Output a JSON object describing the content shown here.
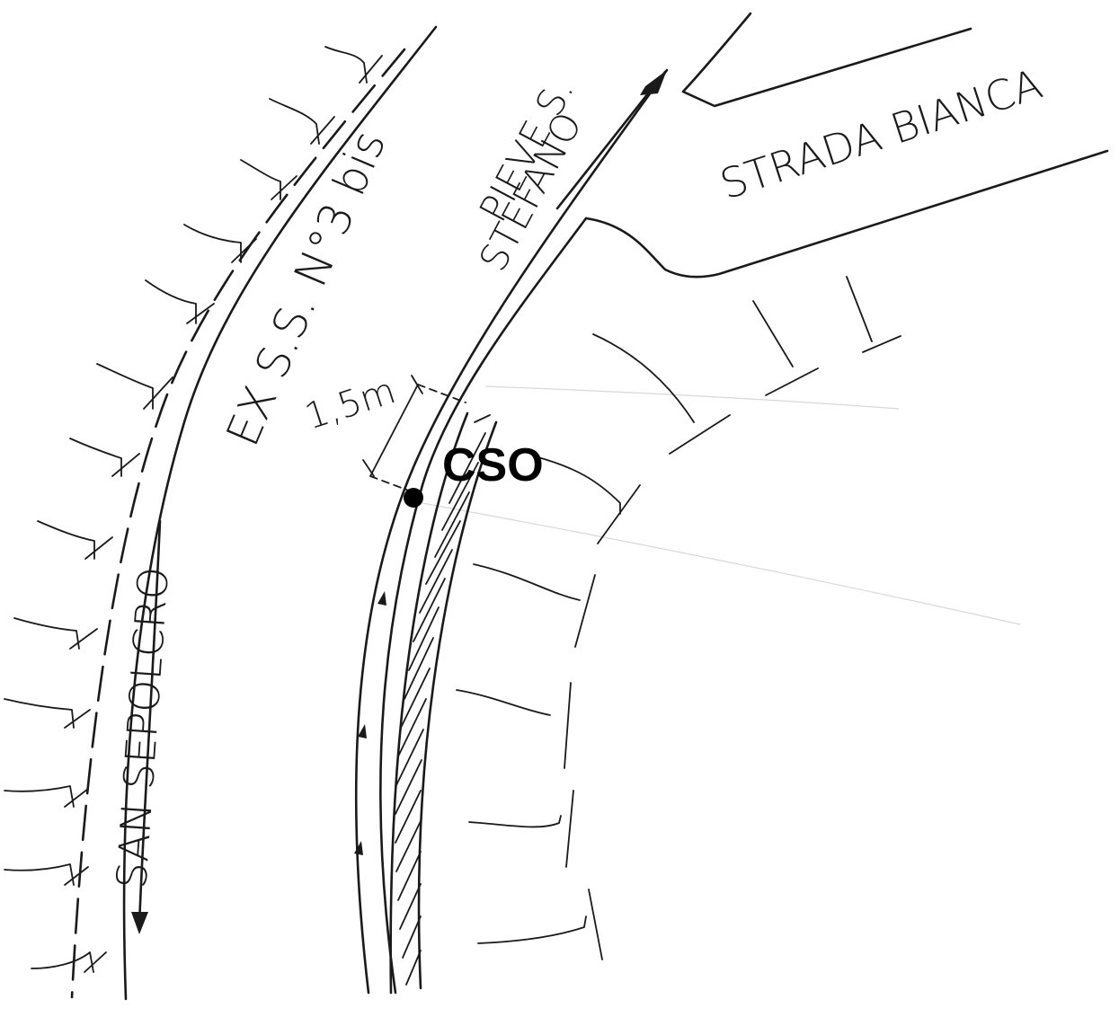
{
  "labels": {
    "road_name": "EX S.S. N°3 bis",
    "direction_north": "PIEVE S. STEFANO",
    "direction_north_line1": "PIEVE S.",
    "direction_north_line2": "STEFANO",
    "direction_south": "SAN SEPOLCRO",
    "side_road": "STRADA BIANCA",
    "distance": "1,5m",
    "point": "CSO"
  },
  "symbols": {
    "embankment": "embankment-tick-icon",
    "arrow": "arrowhead-icon",
    "point_marker": "filled-dot-icon"
  },
  "colors": {
    "ink": "#1a1a1a",
    "paper": "#ffffff"
  }
}
